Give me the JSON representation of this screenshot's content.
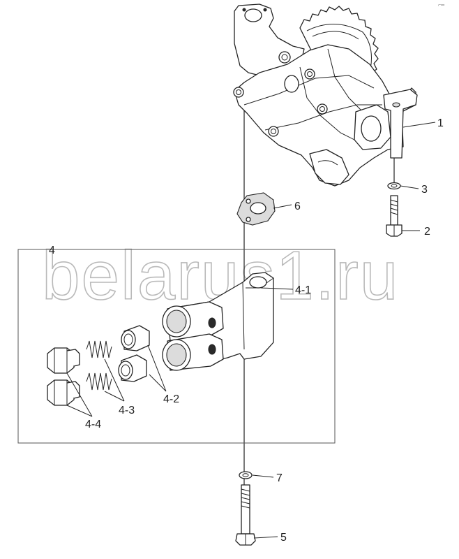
{
  "watermark": "belarus1.ru",
  "corner_mark": "⌐═",
  "callouts": {
    "c1": "1",
    "c2": "2",
    "c3": "3",
    "c4": "4",
    "c41": "4-1",
    "c42": "4-2",
    "c43": "4-3",
    "c44": "4-4",
    "c5": "5",
    "c6": "6",
    "c7": "7"
  }
}
